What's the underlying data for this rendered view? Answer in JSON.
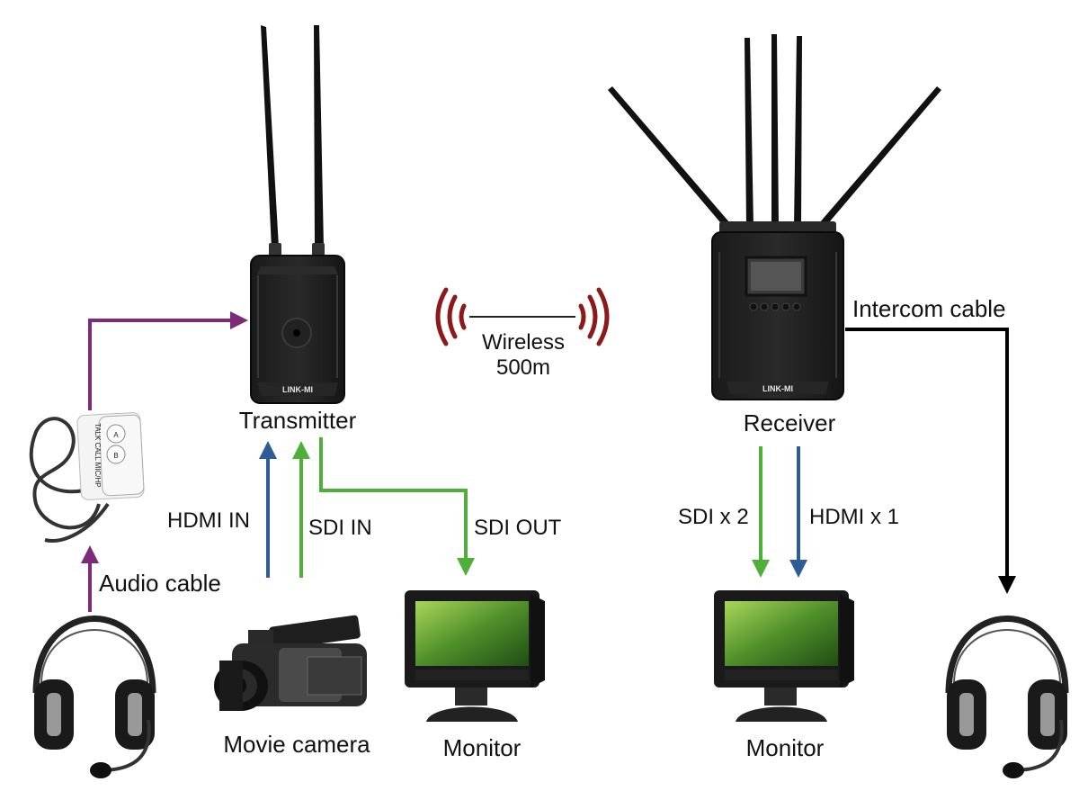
{
  "devices": {
    "transmitter": {
      "label": "Transmitter",
      "brand": "LINK-MI"
    },
    "receiver": {
      "label": "Receiver",
      "brand": "LINK-MI"
    },
    "movie_camera": {
      "label": "Movie camera"
    },
    "monitor_tx": {
      "label": "Monitor"
    },
    "monitor_rx": {
      "label": "Monitor"
    },
    "remote": {
      "button_a": "A",
      "button_b": "B",
      "side_text": "TALK  CALL  MIC/HP"
    }
  },
  "wireless": {
    "line1": "Wireless",
    "line2": "500m"
  },
  "connections": {
    "hdmi_in": "HDMI IN",
    "sdi_in": "SDI IN",
    "sdi_out": "SDI OUT",
    "sdi_x2": "SDI x 2",
    "hdmi_x1": "HDMI x 1",
    "audio_cable": "Audio cable",
    "intercom_cable": "Intercom cable"
  },
  "colors": {
    "hdmi": "#2e5c95",
    "sdi": "#4faf3a",
    "audio": "#7d2a78",
    "intercom": "#000000",
    "wireless": "#8b1a1a"
  }
}
